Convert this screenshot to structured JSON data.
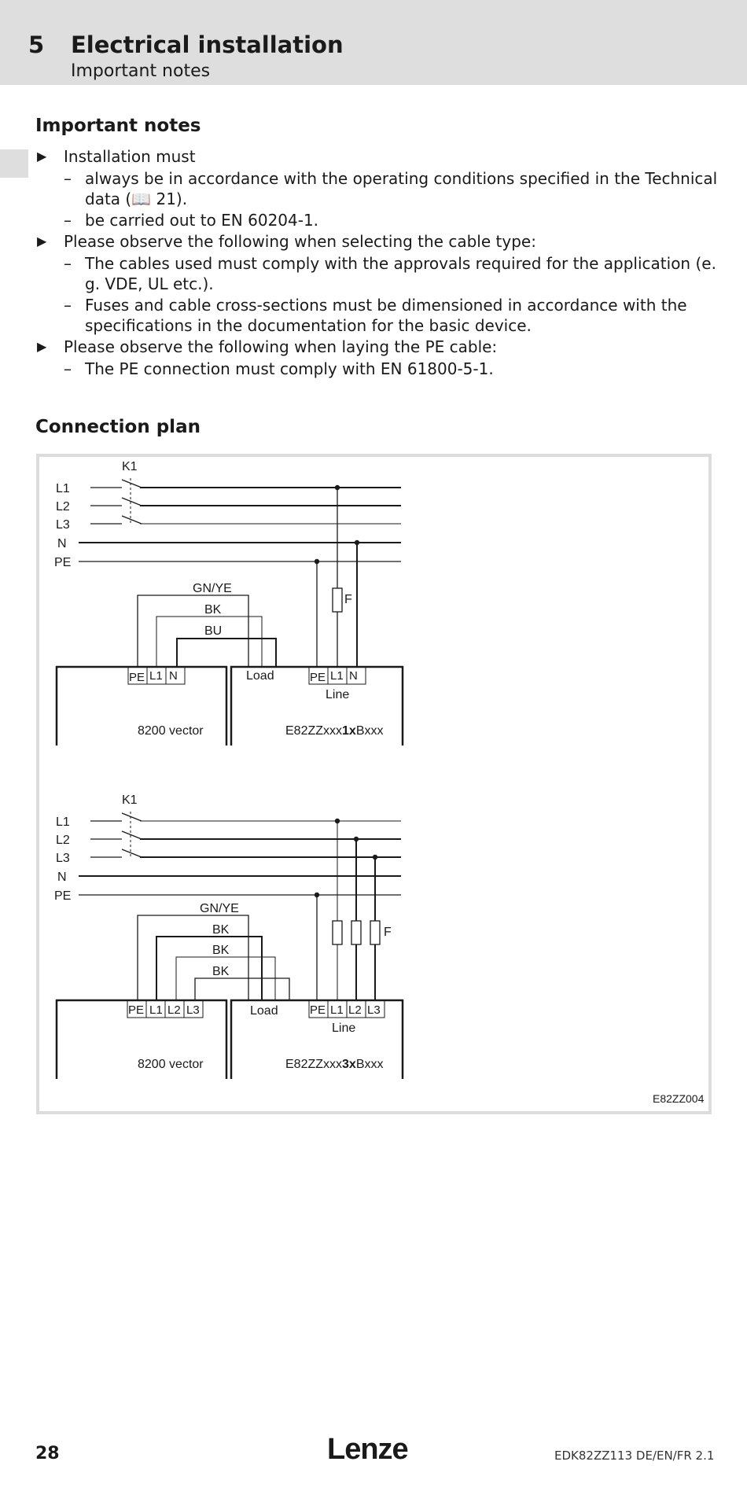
{
  "header": {
    "chapter_number": "5",
    "chapter_title": "Electrical installation",
    "subtitle": "Important notes"
  },
  "section1": {
    "heading": "Important notes",
    "items": [
      {
        "text": "Installation must",
        "subitems": [
          "always be in accordance with the operating conditions specified in the Technical data (📖 21).",
          "be carried out to EN 60204-1."
        ]
      },
      {
        "text": "Please observe the following when selecting the cable type:",
        "subitems": [
          "The cables used must comply with the approvals required for the application (e. g. VDE, UL etc.).",
          "Fuses and cable cross-sections must be dimensioned in accordance with the specifications in the documentation for the basic device."
        ]
      },
      {
        "text": "Please observe the following when laying the PE cable:",
        "subitems": [
          "The PE connection must comply with EN 61800-5-1."
        ]
      }
    ]
  },
  "section2": {
    "heading": "Connection plan"
  },
  "diagram": {
    "contactor": "K1",
    "rails": [
      "L1",
      "L2",
      "L3",
      "N",
      "PE"
    ],
    "top": {
      "wires": [
        "GN/YE",
        "BK",
        "BU"
      ],
      "fuse_label": "F",
      "device_terminals": [
        "PE",
        "L1",
        "N"
      ],
      "load_label": "Load",
      "module_terminals": [
        "PE",
        "L1",
        "N"
      ],
      "line_label": "Line",
      "device_name": "8200 vector",
      "module_pre": "E82ZZxxx",
      "module_bold": "1x",
      "module_post": "Bxxx"
    },
    "bottom": {
      "wires": [
        "GN/YE",
        "BK",
        "BK",
        "BK"
      ],
      "fuse_label": "F",
      "device_terminals": [
        "PE",
        "L1",
        "L2",
        "L3"
      ],
      "load_label": "Load",
      "module_terminals": [
        "PE",
        "L1",
        "L2",
        "L3"
      ],
      "line_label": "Line",
      "device_name": "8200 vector",
      "module_pre": "E82ZZxxx",
      "module_bold": "3x",
      "module_post": "Bxxx"
    },
    "figure_id": "E82ZZ004"
  },
  "footer": {
    "page_number": "28",
    "logo": "Lenze",
    "doc_id": "EDK82ZZ113  DE/EN/FR  2.1"
  }
}
